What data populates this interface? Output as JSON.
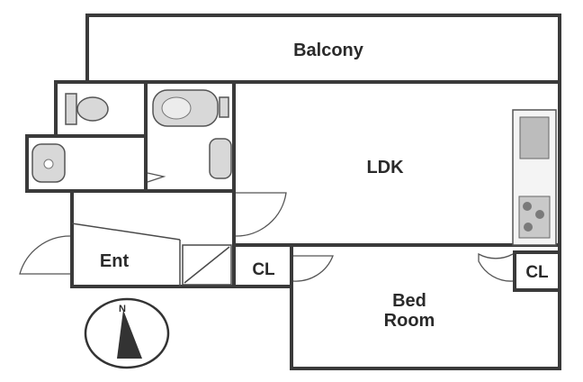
{
  "rooms": {
    "balcony": "Balcony",
    "ldk": "LDK",
    "entrance": "Ent",
    "closet_left": "CL",
    "closet_right": "CL",
    "bedroom_line1": "Bed",
    "bedroom_line2": "Room"
  },
  "compass": {
    "north_label": "N"
  },
  "colors": {
    "wall": "#3a3a3a",
    "fixture_fill": "#d8d8d8",
    "stove_fill": "#8a8a8a",
    "compass_needle": "#333333"
  }
}
